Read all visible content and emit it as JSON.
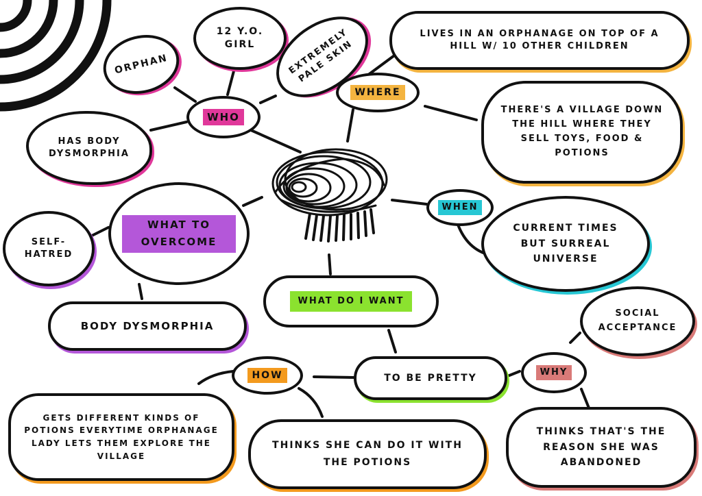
{
  "colors": {
    "ink": "#111111",
    "who": "#e0389a",
    "where": "#f4b440",
    "when": "#27c7d4",
    "what_to_overcome": "#b457d9",
    "what_do_i_want": "#8be22f",
    "how": "#f39a1e",
    "why": "#d97a78"
  },
  "nodes": {
    "orphan": "ORPHAN",
    "age": "12 Y.O. GIRL",
    "pale_skin": "EXTREMELY PALE SKIN",
    "who": "WHO",
    "has_body_dysmorphia": "HAS BODY DYSMORPHIA",
    "where": "WHERE",
    "orphanage": "LIVES IN AN ORPHANAGE ON TOP OF A HILL W/ 10 OTHER CHILDREN",
    "village": "THERE'S A VILLAGE DOWN THE HILL WHERE THEY SELL TOYS, FOOD & POTIONS",
    "when": "WHEN",
    "current_times": "CURRENT TIMES BUT SURREAL UNIVERSE",
    "what_to_overcome": "WHAT TO OVERCOME",
    "self_hatred": "SELF-HATRED",
    "body_dysmorphia": "BODY DYSMORPHIA",
    "what_do_i_want": "WHAT DO I WANT",
    "to_be_pretty": "TO BE PRETTY",
    "how": "HOW",
    "potions_everytime": "GETS DIFFERENT KINDS OF POTIONS EVERYTIME ORPHANAGE LADY LETS THEM EXPLORE THE VILLAGE",
    "can_do_it": "THINKS SHE CAN DO IT WITH THE POTIONS",
    "why": "WHY",
    "social_acceptance": "SOCIAL ACCEPTANCE",
    "abandoned_reason": "THINKS THAT'S THE REASON SHE WAS ABANDONED"
  }
}
